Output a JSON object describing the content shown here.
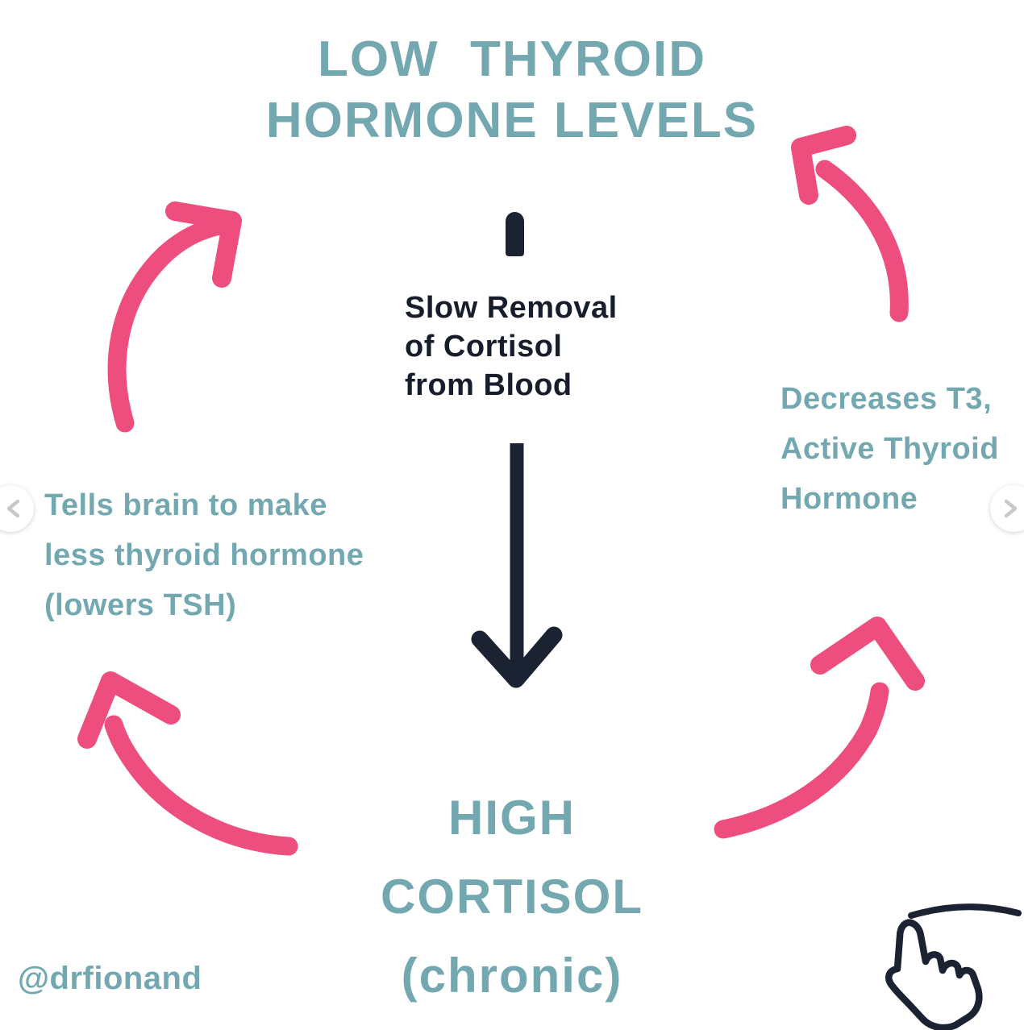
{
  "title": {
    "line1": "LOW  THYROID",
    "line2": "HORMONE LEVELS"
  },
  "center_note": {
    "lines": [
      "Slow Removal",
      "of Cortisol",
      "from Blood"
    ]
  },
  "left_note": {
    "lines": [
      "Tells brain to make",
      "less thyroid hormone",
      "(lowers TSH)"
    ]
  },
  "right_note": {
    "lines": [
      "Decreases T3,",
      "Active Thyroid",
      "Hormone"
    ]
  },
  "bottom_title": {
    "lines": [
      "HIGH",
      "CORTISOL",
      "(chronic)"
    ]
  },
  "handle": "@drfionand",
  "carousel": {
    "prev_icon": "chevron-left",
    "next_icon": "chevron-right"
  },
  "icons": {
    "down_arrow": "long navy arrow pointing down",
    "cycle_arrow_top_left": "pink curved arrow up-right",
    "cycle_arrow_top_right": "pink curved arrow up-left",
    "cycle_arrow_bottom_left": "pink curved arrow up-left",
    "cycle_arrow_bottom_right": "pink curved arrow up-right",
    "swipe_hand": "navy outlined pointing hand with swipe arc"
  },
  "colors": {
    "teal": "#74a8b0",
    "pink": "#ee4e7e",
    "navy": "#1b2332",
    "background": "#ffffff",
    "chevron_gray": "#c9c9c9"
  }
}
